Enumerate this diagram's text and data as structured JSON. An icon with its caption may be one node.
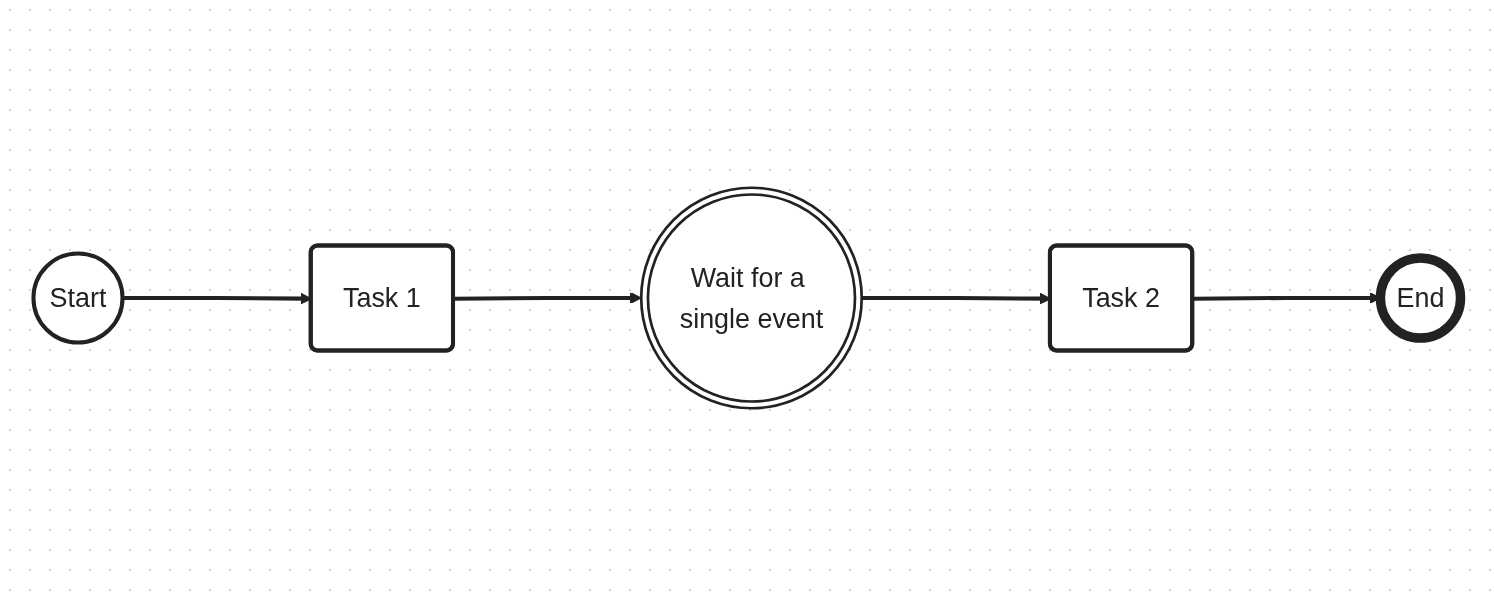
{
  "diagram": {
    "nodes": [
      {
        "text": [
          "Start"
        ]
      },
      {
        "text": [
          "Task 1"
        ]
      },
      {
        "text": [
          "Wait for a single event"
        ]
      },
      {
        "text": [
          "Task 2"
        ]
      },
      {
        "text": [
          "End"
        ]
      }
    ],
    "edges": [
      {
        "from": 0,
        "to": 1,
        "arrow": "to"
      },
      {
        "from": 1,
        "to": 2,
        "arrow": "to"
      },
      {
        "from": 2,
        "to": 3,
        "arrow": "to"
      },
      {
        "from": 3,
        "to": 4,
        "arrow": "to"
      }
    ]
  }
}
